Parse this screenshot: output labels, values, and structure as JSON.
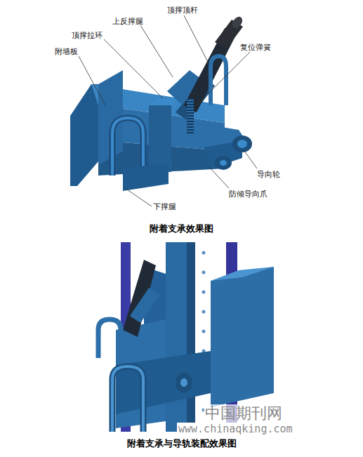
{
  "diagram": {
    "labels": [
      "顶撑顶杆",
      "上反撑腿",
      "顶撑拉环",
      "附墙板",
      "复位弹簧",
      "导向轮",
      "防倾导向爪",
      "下撑腿",
      "附着支承效果图",
      "附着支承与导轨装配效果图",
      "中国期刊网",
      "www.chinaqking.com"
    ]
  }
}
